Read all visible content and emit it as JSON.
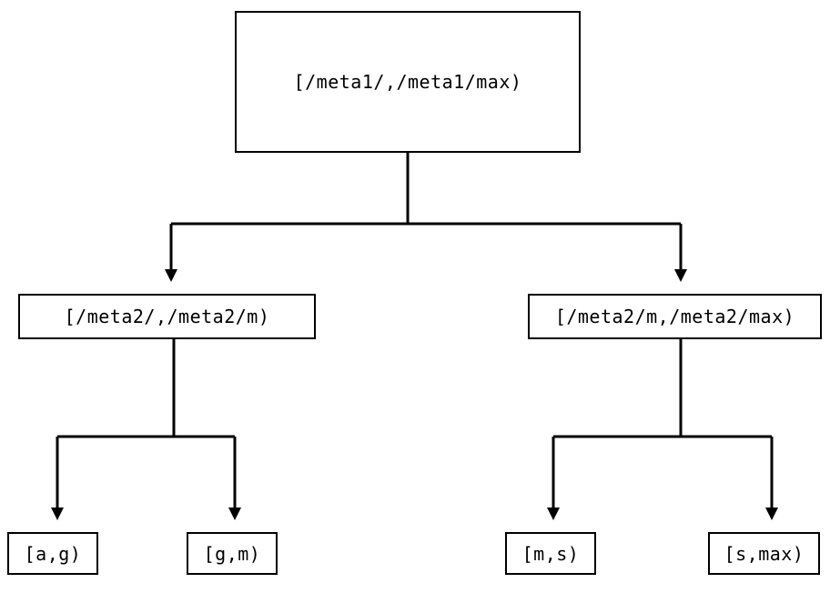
{
  "diagram": {
    "type": "tree",
    "title": "",
    "style": {
      "background_color": "#ffffff",
      "node_border_color": "#000000",
      "node_fill_color": "#ffffff",
      "edge_color": "#000000",
      "text_color": "#000000"
    },
    "nodes": {
      "root": {
        "id": "root",
        "label": "[/meta1/,/meta1/max)",
        "level": 0
      },
      "mid_left": {
        "id": "mid-left",
        "label": "[/meta2/,/meta2/m)",
        "level": 1
      },
      "mid_right": {
        "id": "mid-right",
        "label": "[/meta2/m,/meta2/max)",
        "level": 1
      },
      "leaves": [
        {
          "id": "leaf-0",
          "label": "[a,g)",
          "level": 2,
          "parent": "mid-left"
        },
        {
          "id": "leaf-1",
          "label": "[g,m)",
          "level": 2,
          "parent": "mid-left"
        },
        {
          "id": "leaf-2",
          "label": "[m,s)",
          "level": 2,
          "parent": "mid-right"
        },
        {
          "id": "leaf-3",
          "label": "[s,max)",
          "level": 2,
          "parent": "mid-right"
        }
      ]
    },
    "edges": [
      {
        "from": "root",
        "to": "mid-left",
        "arrow": "down-triangle"
      },
      {
        "from": "root",
        "to": "mid-right",
        "arrow": "down-triangle"
      },
      {
        "from": "mid-left",
        "to": "leaf-0",
        "arrow": "down-triangle"
      },
      {
        "from": "mid-left",
        "to": "leaf-1",
        "arrow": "down-triangle"
      },
      {
        "from": "mid-right",
        "to": "leaf-2",
        "arrow": "down-triangle"
      },
      {
        "from": "mid-right",
        "to": "leaf-3",
        "arrow": "down-triangle"
      }
    ]
  }
}
